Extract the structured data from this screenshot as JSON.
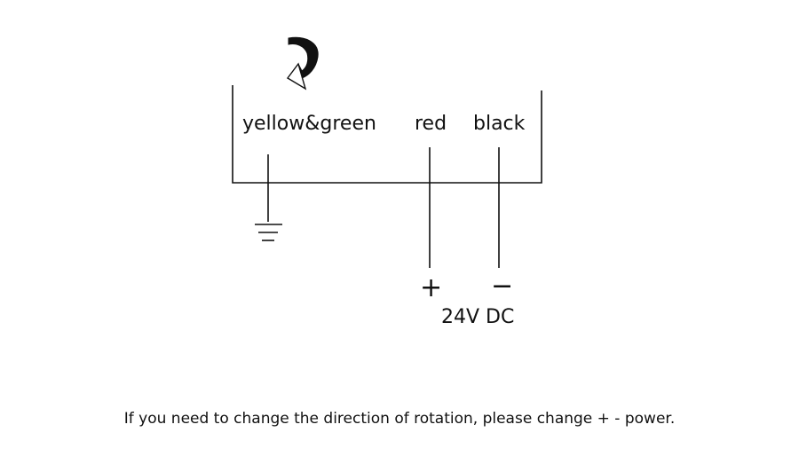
{
  "wires": {
    "label_ground": "yellow&green",
    "label_positive": "red",
    "label_negative": "black"
  },
  "supply": {
    "plus_symbol": "+",
    "minus_symbol": "−",
    "voltage": "24V DC"
  },
  "note": "If you need to change the direction of rotation, please change + - power.",
  "icons": {
    "rotation": "curved-arrow-icon",
    "ground": "ground-icon"
  }
}
